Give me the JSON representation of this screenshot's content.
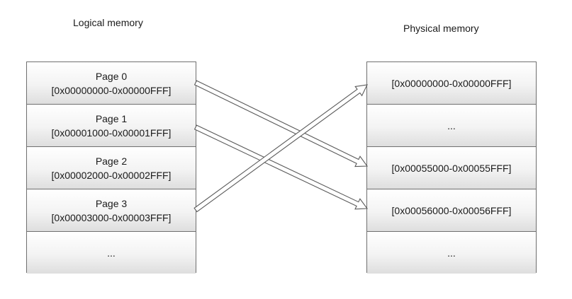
{
  "logical": {
    "title": "Logical memory",
    "cells": [
      {
        "name": "Page 0",
        "range": "[0x00000000-0x00000FFF]"
      },
      {
        "name": "Page 1",
        "range": "[0x00001000-0x00001FFF]"
      },
      {
        "name": "Page 2",
        "range": "[0x00002000-0x00002FFF]"
      },
      {
        "name": "Page 3",
        "range": "[0x00003000-0x00003FFF]"
      },
      {
        "name": "...",
        "range": ""
      }
    ]
  },
  "physical": {
    "title": "Physical memory",
    "cells": [
      {
        "range": "[0x00000000-0x00000FFF]"
      },
      {
        "range": "..."
      },
      {
        "range": "[0x00055000-0x00055FFF]"
      },
      {
        "range": "[0x00056000-0x00056FFF]"
      },
      {
        "range": "..."
      }
    ]
  },
  "mappings": [
    {
      "from": "Page 0",
      "to": "[0x00055000-0x00055FFF]"
    },
    {
      "from": "Page 1",
      "to": "[0x00056000-0x00056FFF]"
    },
    {
      "from": "Page 3",
      "to": "[0x00000000-0x00000FFF]"
    }
  ]
}
